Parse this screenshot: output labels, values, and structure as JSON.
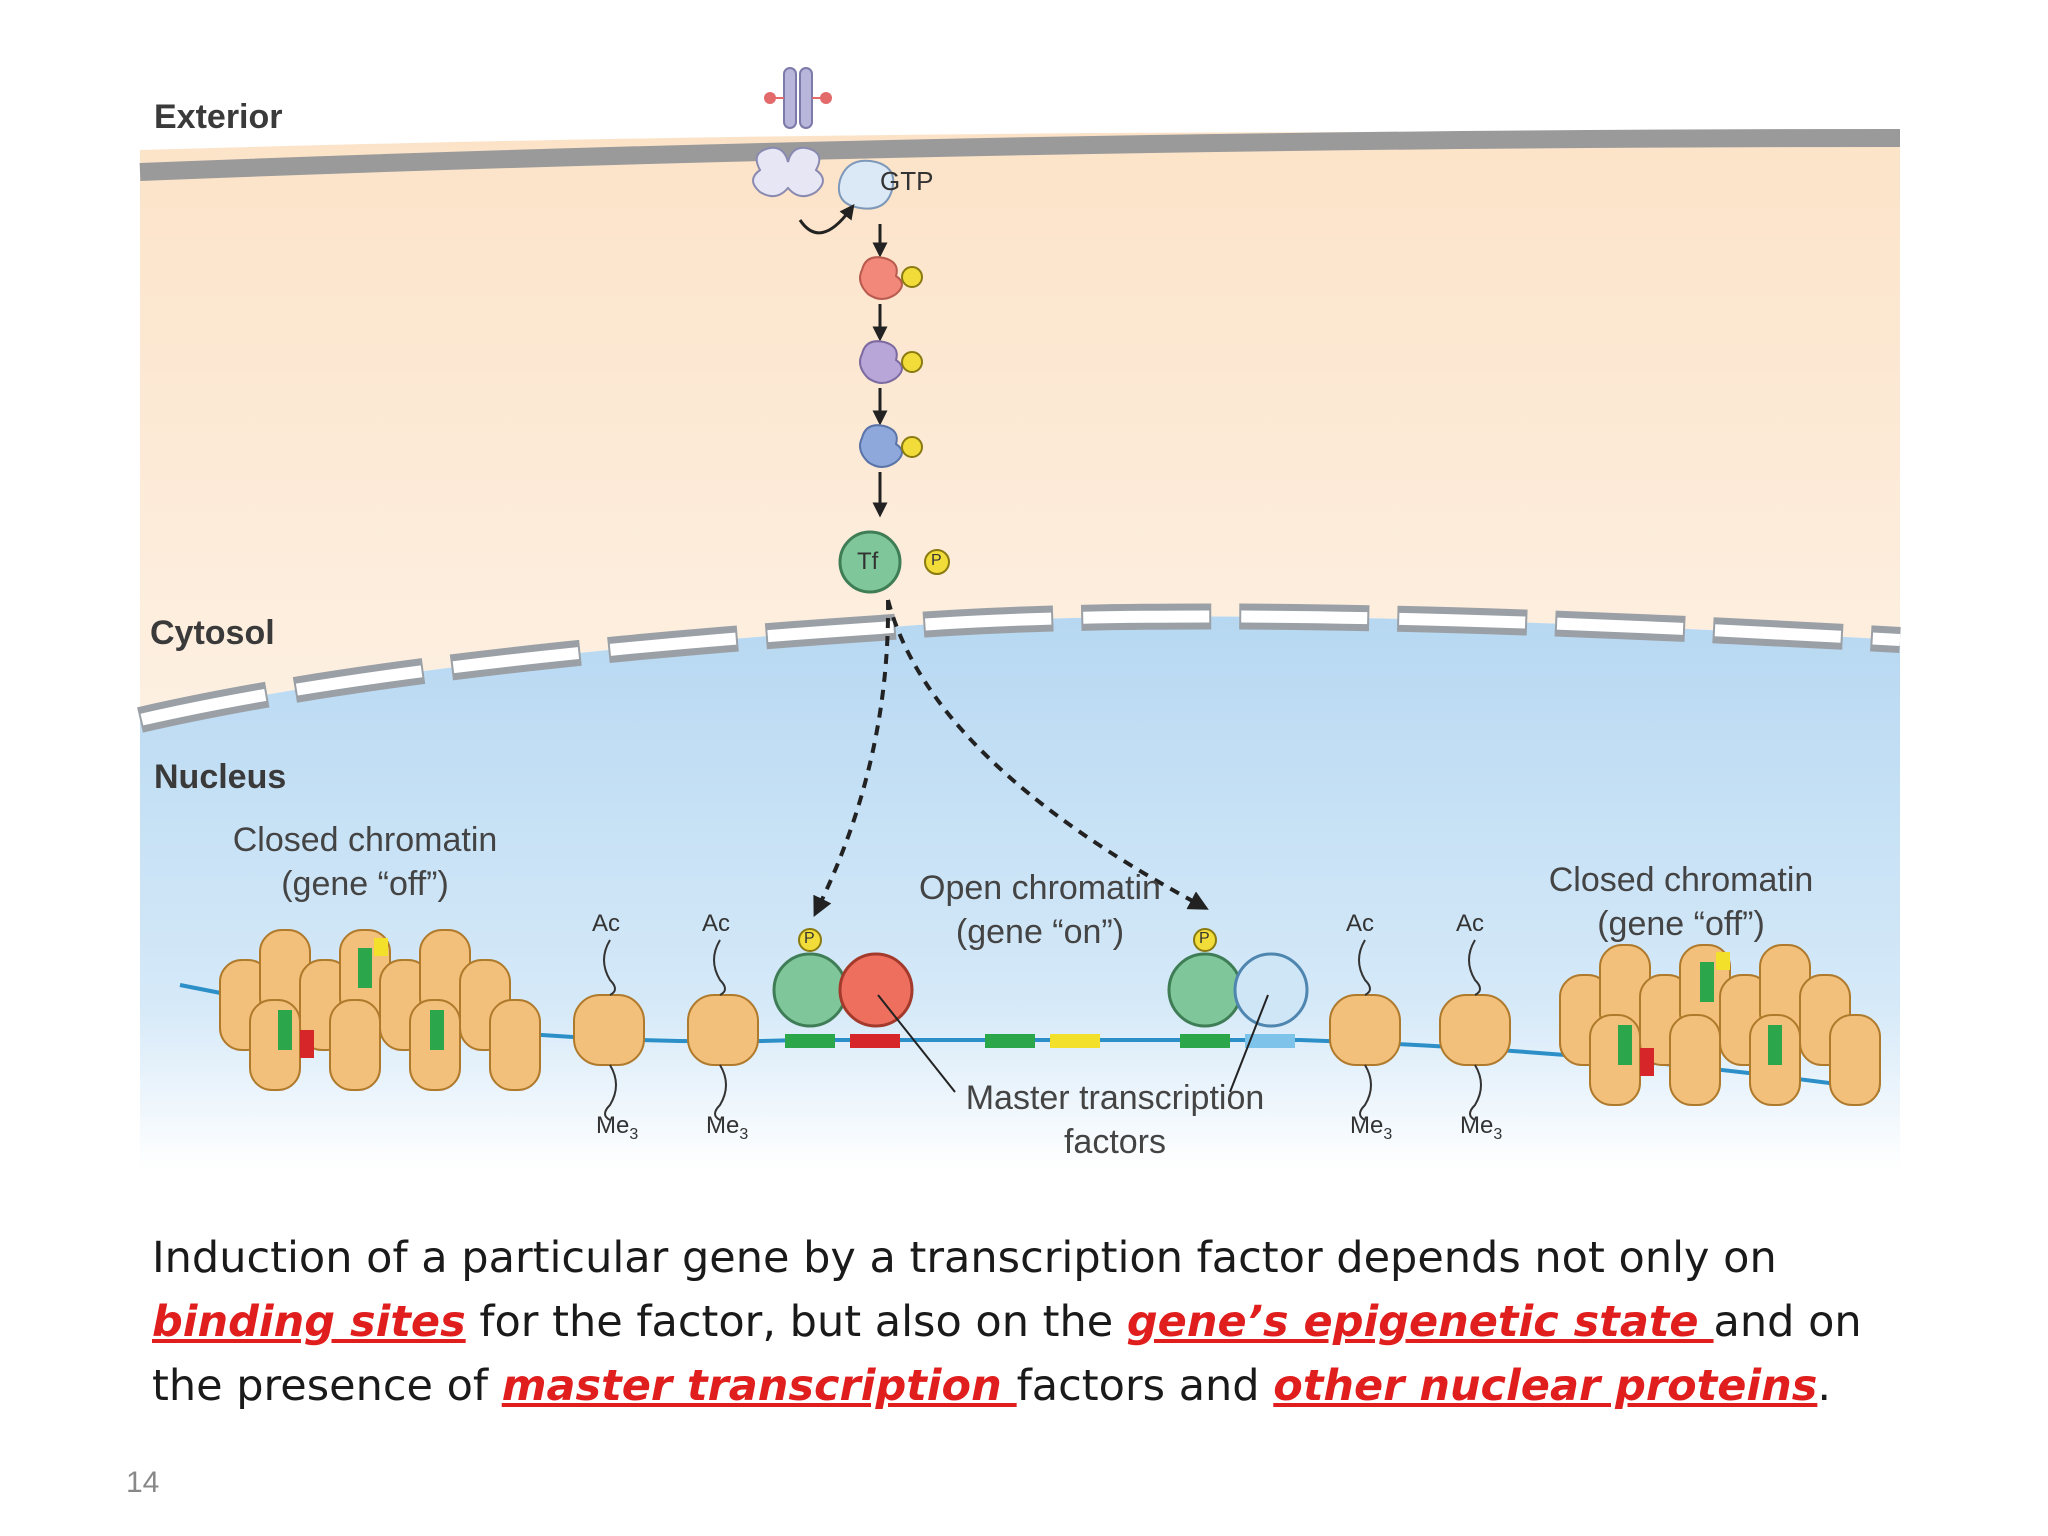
{
  "figure": {
    "regions": {
      "exterior": "Exterior",
      "cytosol": "Cytosol",
      "nucleus": "Nucleus"
    },
    "signaling": {
      "gtp": "GTP",
      "tf": "Tf",
      "phosphate": "P"
    },
    "chromatin": {
      "closed_left_line1": "Closed chromatin",
      "closed_left_line2": "(gene “off”)",
      "open_line1": "Open chromatin",
      "open_line2": "(gene “on”)",
      "closed_right_line1": "Closed chromatin",
      "closed_right_line2": "(gene “off”)",
      "acetyl": "Ac",
      "methyl": "Me",
      "methyl_sub": "3",
      "master_line1": "Master transcription",
      "master_line2": "factors"
    },
    "colors": {
      "exterior_membrane": "#9a9a9a",
      "cytosol_fill": "#fde9d4",
      "nucleus_fill": "#bcdcf4",
      "nucleosome": "#f2c07a",
      "dna": "#2c8fc8",
      "tf_green": "#7fc79a",
      "master_red": "#ef6f5e",
      "master_blue": "#cfe6f7",
      "phosphate_yellow": "#f1dc3a"
    }
  },
  "caption": {
    "p1": "Induction of a particular gene by a transcription factor depends not only on ",
    "h1": "binding sites",
    "p2": " for the factor, but also on the ",
    "h2": "gene’s epigenetic state ",
    "p3": "and on the presence of ",
    "h3": "master transcription ",
    "p4": "factors and ",
    "h4": "other nuclear proteins",
    "p5": "."
  },
  "page_number": "14"
}
